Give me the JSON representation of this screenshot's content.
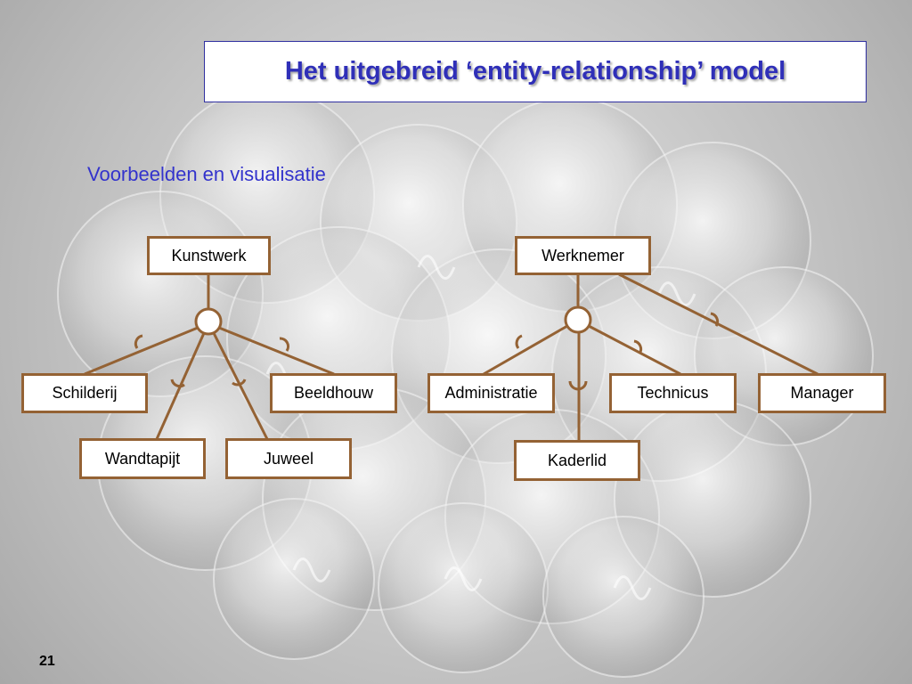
{
  "title": "Het uitgebreid ‘entity-relationship’ model",
  "subtitle": "Voorbeelden en visualisatie",
  "page_number": "21",
  "colors": {
    "title_text": "#2f2fb8",
    "subtitle_text": "#3333cc",
    "entity_border": "#946234",
    "connector_line": "#946234",
    "title_border": "#2f2fa0"
  },
  "diagram_left": {
    "superclass": "Kunstwerk",
    "subclasses": [
      "Schilderij",
      "Wandtapijt",
      "Juweel",
      "Beeldhouw"
    ]
  },
  "diagram_right": {
    "superclass": "Werknemer",
    "subclasses": [
      "Administratie",
      "Kaderlid",
      "Technicus",
      "Manager"
    ]
  }
}
